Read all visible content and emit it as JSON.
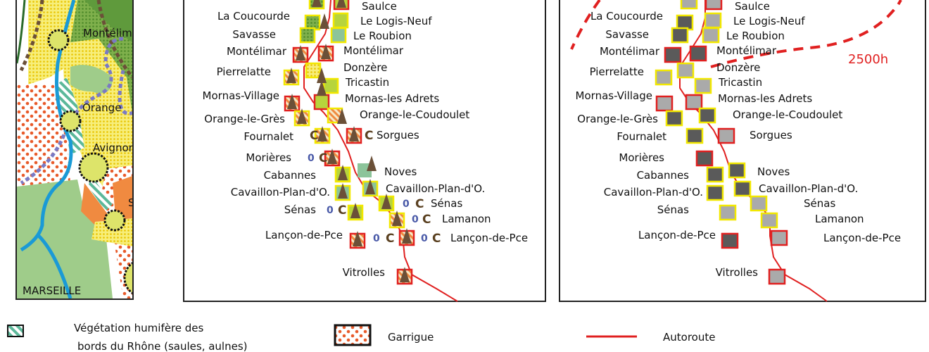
{
  "overview_map": {
    "cities": [
      "Montélimar",
      "Orange",
      "Avignon",
      "Salon",
      "MARSEILLE"
    ]
  },
  "panel_sites": {
    "left_labels": [
      "La Coucourde",
      "Savasse",
      "Montélimar",
      "Pierrelatte",
      "Mornas-Village",
      "Orange-le-Grès",
      "Fournalet",
      "Morières",
      "Cabannes",
      "Cavaillon-Plan-d'O.",
      "Sénas",
      "Lançon-de-Pce",
      "Vitrolles"
    ],
    "right_labels": [
      "Saulce",
      "Le Logis-Neuf",
      "Le Roubion",
      "Montélimar",
      "Donzère",
      "Tricastin",
      "Mornas-les Adrets",
      "Orange-le-Coudoulet",
      "Sorgues",
      "Noves",
      "Cavaillon-Plan-d'O.",
      "Sénas",
      "Lamanon",
      "Lançon-de-Pce"
    ],
    "symbol_zero": "0",
    "symbol_c": "C"
  },
  "panel_sunshine": {
    "isoline_label": "2500h"
  },
  "legend": {
    "items": [
      {
        "label_line1": "Végétation humifère des",
        "label_line2": "bords du Rhône (saules, aulnes)"
      },
      {
        "label_line1": "Garrigue"
      },
      {
        "label_line1": "Autoroute"
      }
    ]
  },
  "colors": {
    "river": "#1a9ad6",
    "highway": "#e02020",
    "green_light": "#9fcc8a",
    "green_dark": "#5f9a3c",
    "yellow": "#f2e04a",
    "orange": "#f08a40",
    "triangle": "#6b5038",
    "gray_dark": "#5a5a5a",
    "gray_light": "#aaaaaa"
  }
}
